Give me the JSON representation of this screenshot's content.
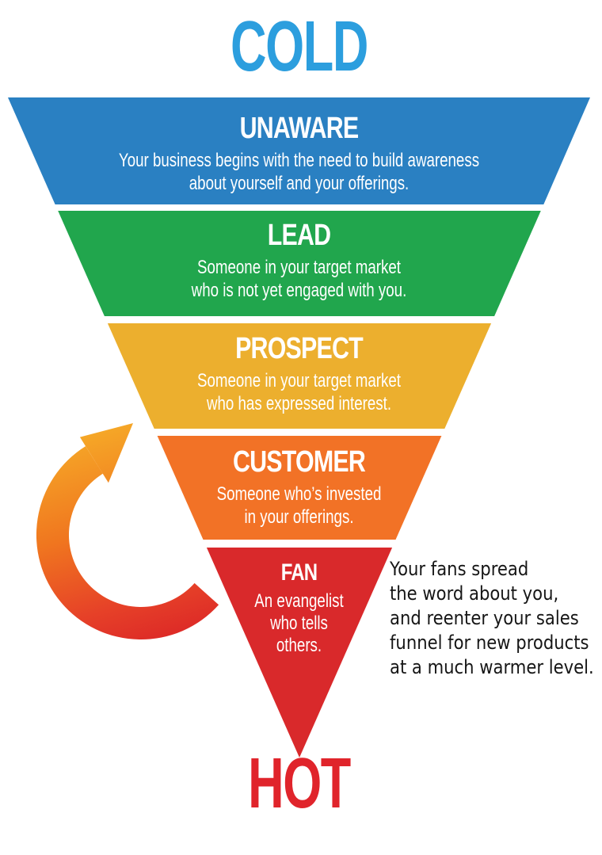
{
  "header": {
    "label": "COLD",
    "color": "#2C9EDE"
  },
  "footer": {
    "label": "HOT",
    "color": "#E0242B"
  },
  "funnel": {
    "sections": [
      {
        "label": "UNAWARE",
        "description": "Your business begins with the need to build awareness\nabout yourself and your offerings.",
        "color": "#2A80C2"
      },
      {
        "label": "LEAD",
        "description": "Someone in your target market\nwho is not yet engaged with you.",
        "color": "#21A64D"
      },
      {
        "label": "PROSPECT",
        "description": "Someone in your target market\nwho has expressed interest.",
        "color": "#ECAF2E"
      },
      {
        "label": "CUSTOMER",
        "description": "Someone who’s invested\nin your offerings.",
        "color": "#F27226"
      },
      {
        "label": "FAN",
        "description": "An evangelist\nwho tells\nothers.",
        "color": "#D9292B"
      }
    ]
  },
  "annotation": {
    "text": "Your fans spread\nthe word about you,\nand reenter your sales\nfunnel for new products\nat a much warmer level.",
    "color": "#161616"
  },
  "arrow": {
    "meaning": "fans-reenter-funnel-cycle",
    "gradient_top": "#F6AC28",
    "gradient_upper_mid": "#F0761F",
    "gradient_lower_mid": "#E64128",
    "gradient_bottom": "#DD2A27"
  }
}
